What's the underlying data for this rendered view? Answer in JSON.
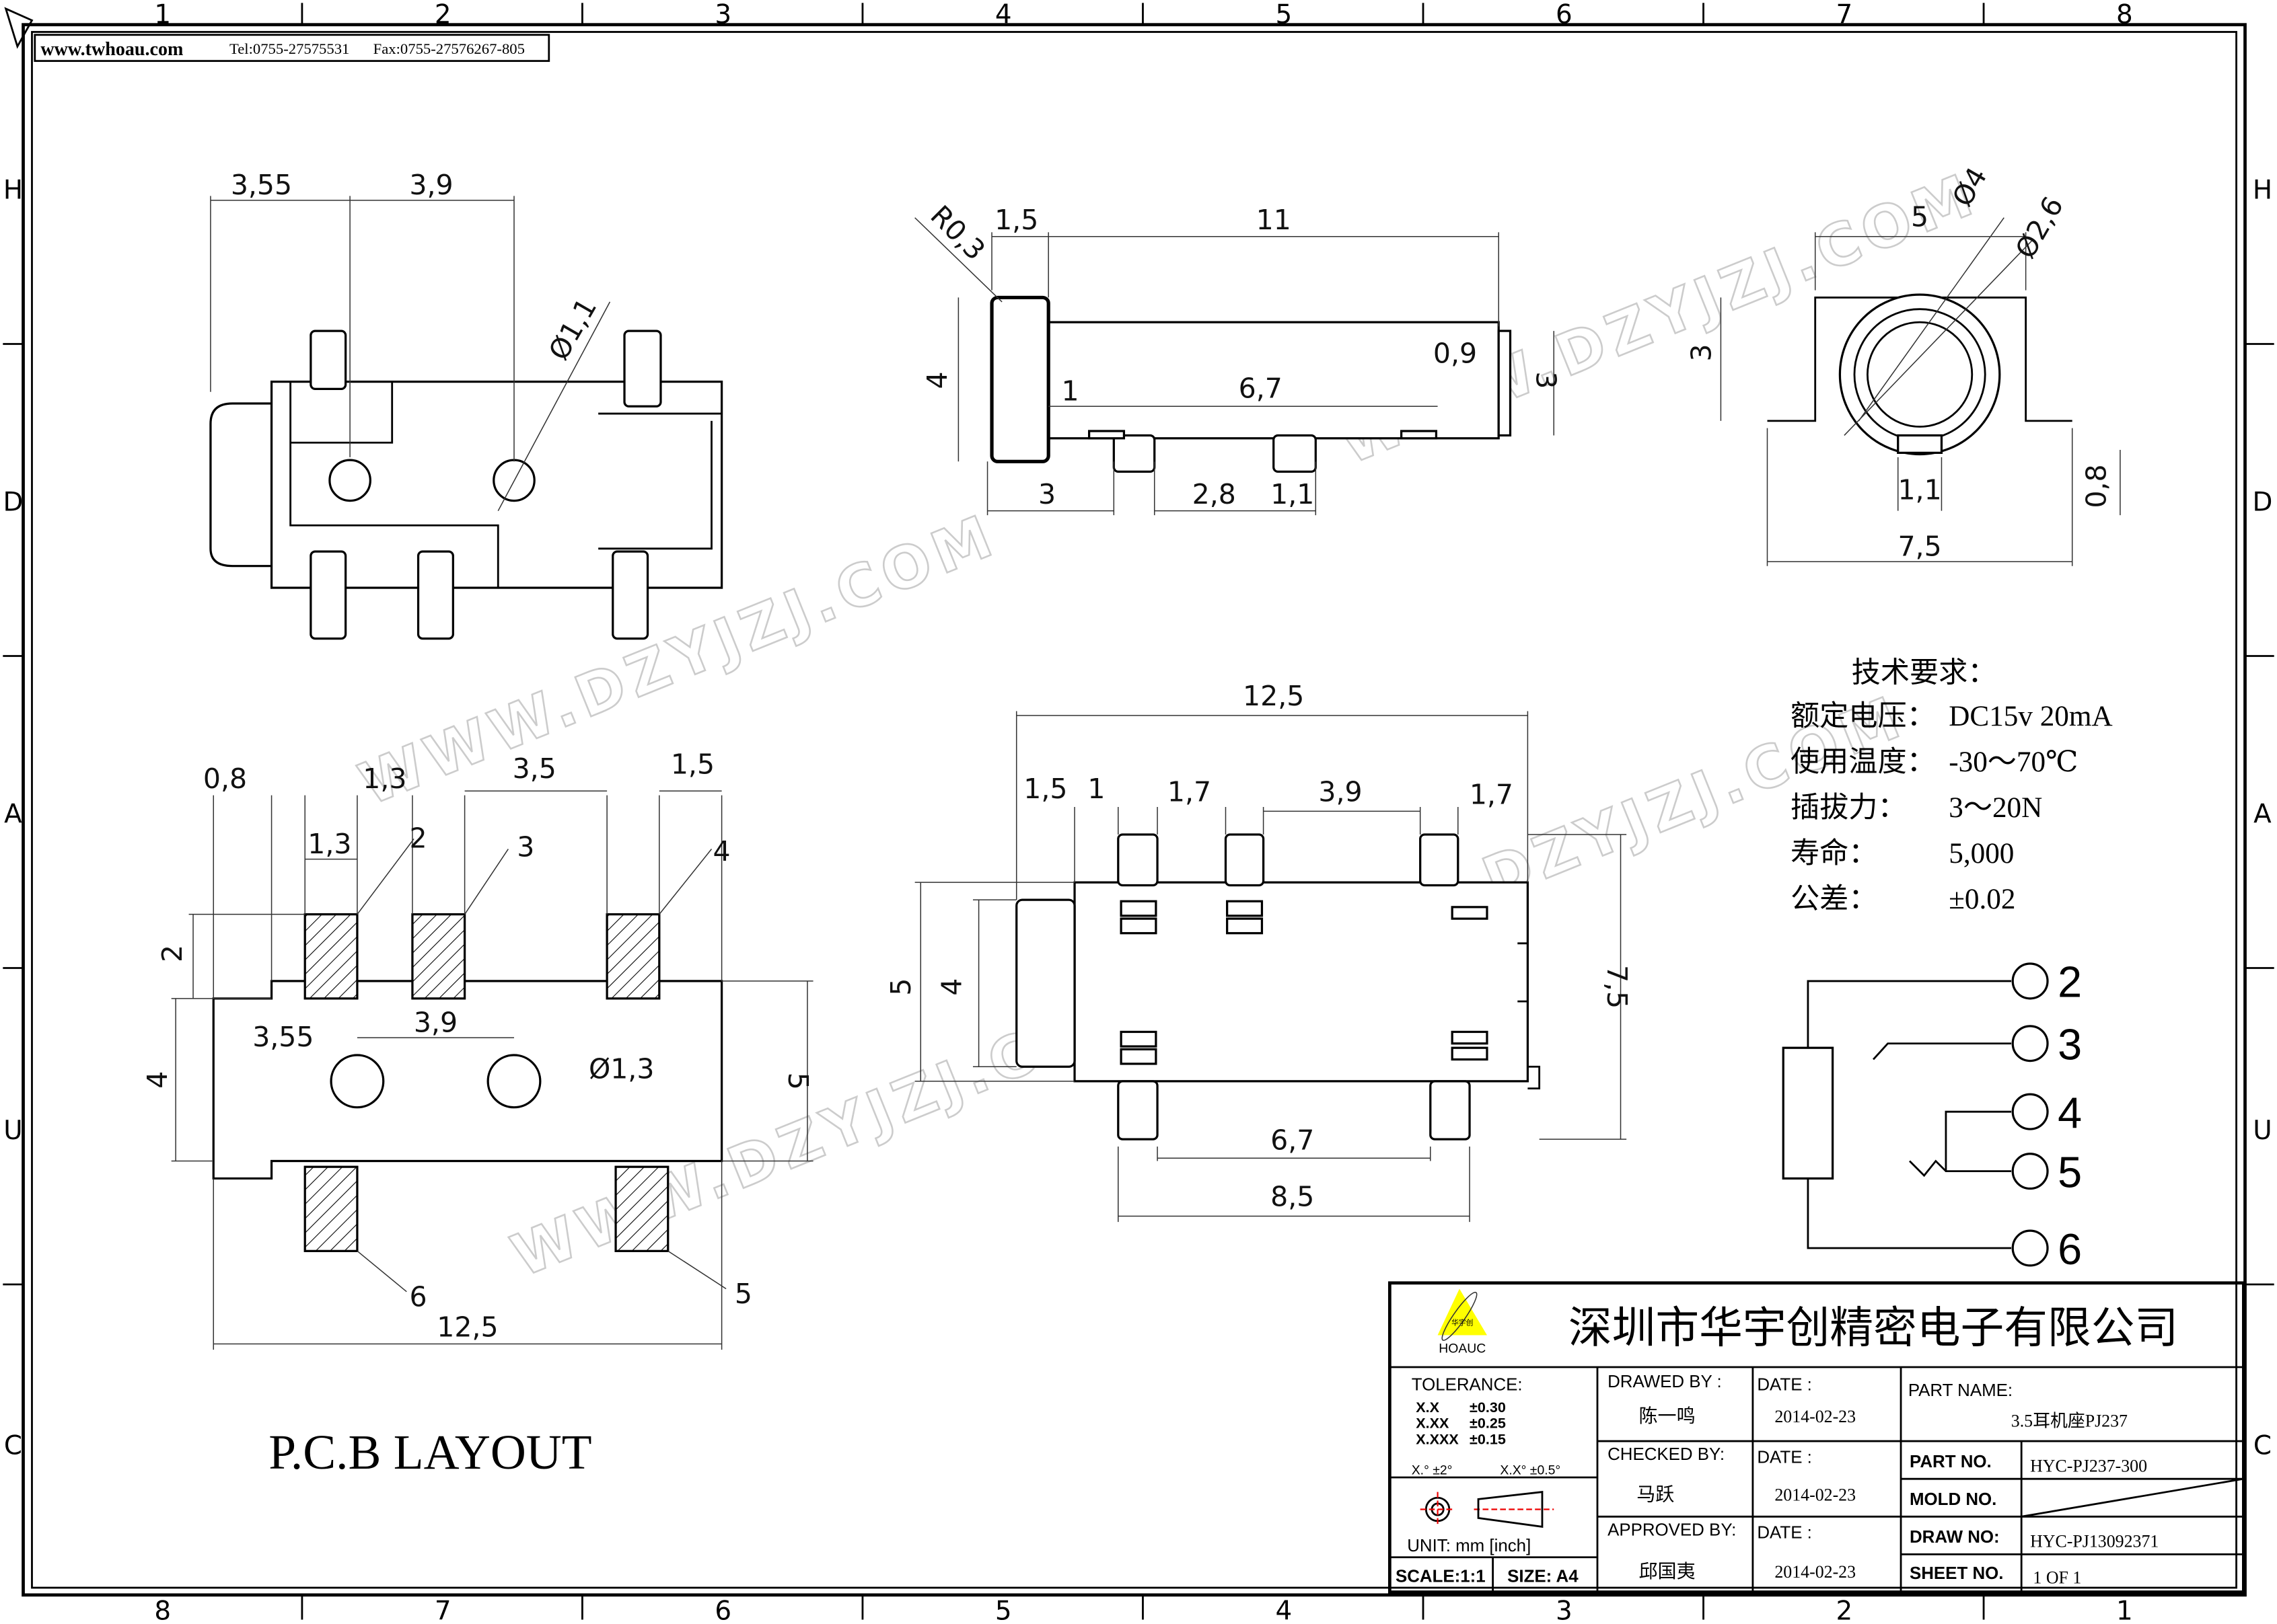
{
  "header": {
    "website": "www.twhoau.com",
    "tel": "Tel:0755-27575531",
    "fax": "Fax:0755-27576267-805"
  },
  "border": {
    "top_columns": [
      "1",
      "2",
      "3",
      "4",
      "5",
      "6",
      "7",
      "8"
    ],
    "bottom_columns": [
      "8",
      "7",
      "6",
      "5",
      "4",
      "3",
      "2",
      "1"
    ],
    "side_rows": [
      "H",
      "D",
      "A",
      "U",
      "C"
    ]
  },
  "watermark": "WWW.DZYJZJ.COM",
  "views": {
    "top_view_dims": [
      "3,55",
      "3,9",
      "Ø1,1"
    ],
    "side_view_dims": [
      "R0,3",
      "1,5",
      "11",
      "4",
      "1",
      "6,7",
      "0,9",
      "3",
      "3",
      "2,8",
      "1,1"
    ],
    "front_view_dims": [
      "5",
      "Ø4",
      "Ø2,6",
      "3",
      "1,1",
      "0,8",
      "7,5"
    ],
    "pcb_dims": [
      "0,8",
      "1,3",
      "3,5",
      "1,5",
      "1,3",
      "2",
      "3",
      "4",
      "2",
      "4",
      "3,55",
      "3,9",
      "Ø1,3",
      "5",
      "6",
      "5",
      "12,5"
    ],
    "bottom_view_dims": [
      "12,5",
      "1,5",
      "1",
      "1,7",
      "3,9",
      "1,7",
      "5",
      "4",
      "7,5",
      "6,7",
      "8,5"
    ]
  },
  "pcb_label": "P.C.B LAYOUT",
  "tech_requirements": {
    "title": "技术要求：",
    "rows": [
      {
        "label": "额定电压：",
        "value": "DC15v 20mA"
      },
      {
        "label": "使用温度：",
        "value": "-30～70℃"
      },
      {
        "label": "插拔力：",
        "value": "3～20N"
      },
      {
        "label": "寿命：",
        "value": "5,000"
      },
      {
        "label": "公差：",
        "value": "±0.02"
      }
    ]
  },
  "schematic": {
    "pins": [
      "2",
      "3",
      "4",
      "5",
      "6"
    ]
  },
  "title_block": {
    "logo_text": "华宇创",
    "logo_brand": "HOAUC",
    "company": "深圳市华宇创精密电子有限公司",
    "tolerance_title": "TOLERANCE:",
    "tolerances": [
      {
        "k": "X.X",
        "v": "±0.30"
      },
      {
        "k": "X.XX",
        "v": "±0.25"
      },
      {
        "k": "X.XXX",
        "v": "±0.15"
      }
    ],
    "angle_tol_1": "X.° ±2°",
    "angle_tol_2": "X.X° ±0.5°",
    "unit": "UNIT:  mm  [inch]",
    "scale": "SCALE:1:1",
    "size": "SIZE:  A4",
    "drawed_by_label": "DRAWED BY :",
    "drawed_by": "陈一鸣",
    "checked_by_label": "CHECKED BY:",
    "checked_by": "马跃",
    "approved_by_label": "APPROVED BY:",
    "approved_by": "邱国夷",
    "date_label": "DATE :",
    "dates": [
      "2014-02-23",
      "2014-02-23",
      "2014-02-23"
    ],
    "part_name_label": "PART NAME:",
    "part_name": "3.5耳机座PJ237",
    "part_no_label": "PART NO.",
    "part_no": "HYC-PJ237-300",
    "mold_no_label": "MOLD NO.",
    "draw_no_label": "DRAW NO:",
    "draw_no": "HYC-PJ13092371",
    "sheet_no_label": "SHEET NO.",
    "sheet_no": "1 OF 1"
  }
}
